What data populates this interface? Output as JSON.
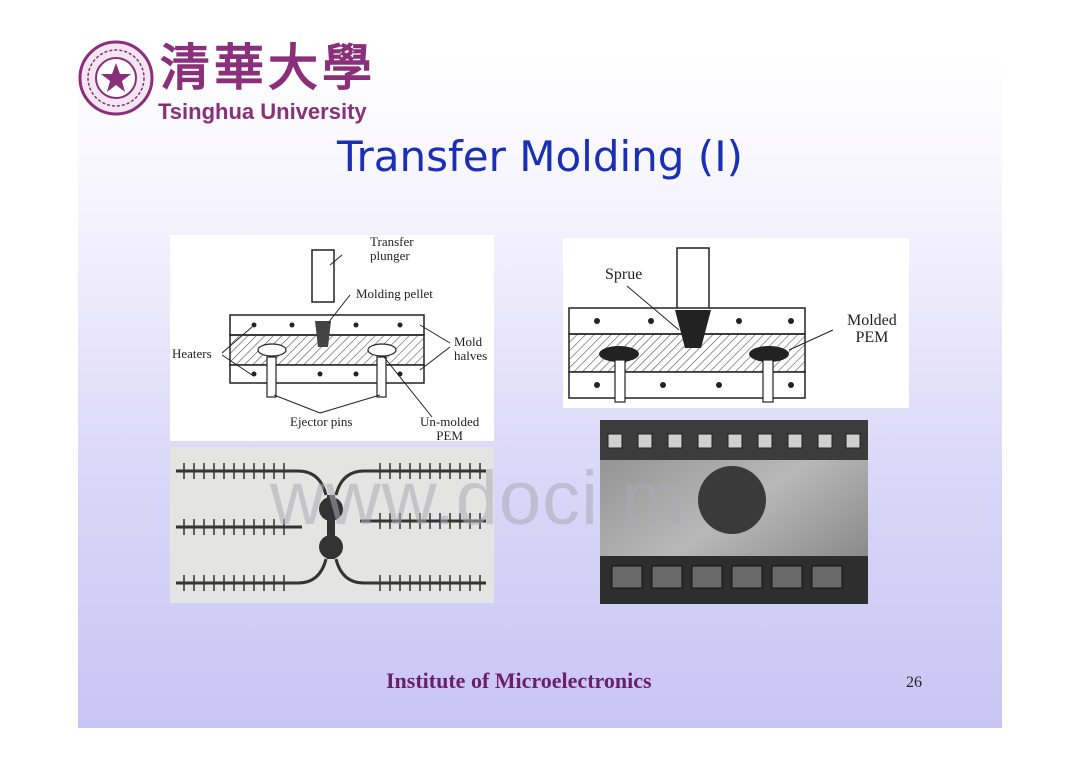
{
  "header": {
    "university_name_chinese": "清華大學",
    "university_name_english": "Tsinghua University"
  },
  "slide": {
    "title": "Transfer Molding (I)"
  },
  "figures": {
    "diagram_unmolded": {
      "labels": {
        "transfer_plunger": "Transfer\nplunger",
        "molding_pellet": "Molding pellet",
        "heaters": "Heaters",
        "mold_halves": "Mold\nhalves",
        "ejector_pins": "Ejector pins",
        "unmolded_pem": "Un-molded\nPEM"
      }
    },
    "diagram_molded": {
      "labels": {
        "sprue": "Sprue",
        "molded_pem": "Molded\nPEM"
      }
    }
  },
  "watermark": "www.doci     m",
  "footer": {
    "institute": "Institute of Microelectronics",
    "page_number": "26"
  }
}
